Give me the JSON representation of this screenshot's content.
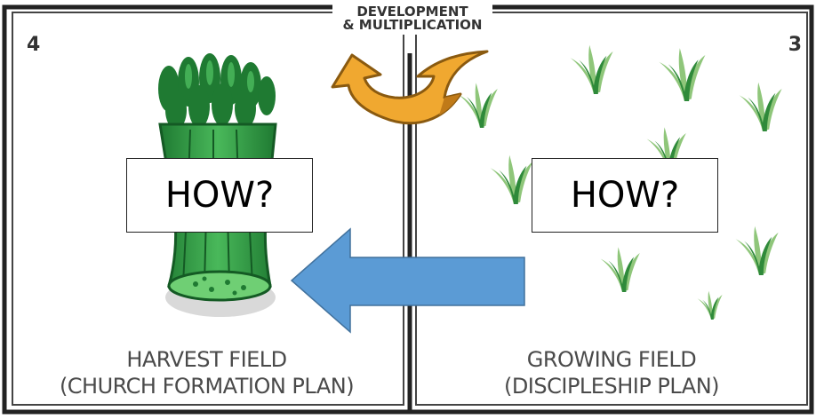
{
  "banner": {
    "line1": "DEVELOPMENT",
    "line2": "& MULTIPLICATION"
  },
  "left_panel": {
    "number": "4",
    "question": "HOW?",
    "title": "HARVEST FIELD",
    "subtitle": "(CHURCH FORMATION PLAN)"
  },
  "right_panel": {
    "number": "3",
    "question": "HOW?",
    "title": "GROWING FIELD",
    "subtitle": "(DISCIPLESHIP PLAN)"
  },
  "colors": {
    "frame": "#222222",
    "grass_light": "#8fc67a",
    "grass_dark": "#2f8a3a",
    "sheaf_green": "#2fa64a",
    "curved_arrow": "#f0a830",
    "blue_arrow": "#5b9bd5"
  },
  "icons": [
    "wheat-sheaf-icon",
    "grass-tuft-icon",
    "curved-arrow-icon",
    "left-arrow-icon"
  ]
}
